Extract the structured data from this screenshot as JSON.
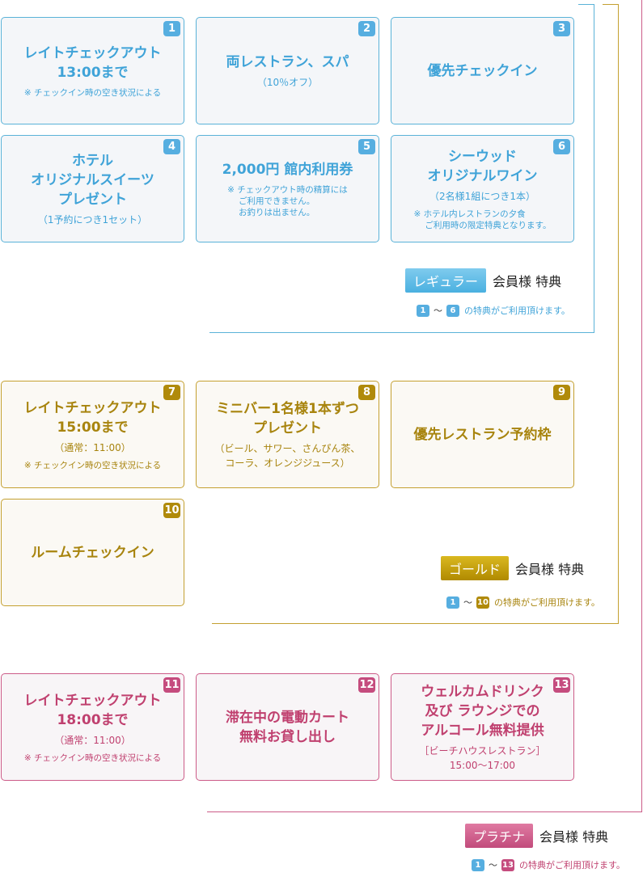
{
  "regular": {
    "cards": [
      {
        "num": "1",
        "title": "レイトチェックアウト\n13:00まで",
        "sub": "",
        "note": "※ チェックイン時の空き状況による"
      },
      {
        "num": "2",
        "title": "両レストラン、スパ",
        "sub": "（10％オフ）",
        "note": ""
      },
      {
        "num": "3",
        "title": "優先チェックイン",
        "sub": "",
        "note": ""
      },
      {
        "num": "4",
        "title": "ホテル\nオリジナルスイーツ\nプレゼント",
        "sub": "（1予約につき1セット）",
        "note": ""
      },
      {
        "num": "5",
        "title": "2,000円 館内利用券",
        "sub": "",
        "note": "※ チェックアウト時の精算には\n　 ご利用できません。\n　 お釣りは出ません。"
      },
      {
        "num": "6",
        "title": "シーウッド\nオリジナルワイン",
        "sub": "（2名様1組につき1本）",
        "note": "※ ホテル内レストランの夕食\n　 ご利用時の限定特典となります。"
      }
    ],
    "badge": "レギュラー",
    "member": "会員様 特典",
    "range_from": "1",
    "range_tilde": "～",
    "range_to": "6",
    "range_text": "の特典がご利用頂けます。"
  },
  "gold": {
    "cards": [
      {
        "num": "7",
        "title": "レイトチェックアウト\n15:00まで",
        "sub": "（通常：11:00）",
        "note": "※ チェックイン時の空き状況による"
      },
      {
        "num": "8",
        "title": "ミニバー1名様1本ずつ\nプレゼント",
        "sub": "（ビール、サワー、さんぴん茶、\nコーラ、オレンジジュース）",
        "note": ""
      },
      {
        "num": "9",
        "title": "優先レストラン予約枠",
        "sub": "",
        "note": ""
      },
      {
        "num": "10",
        "title": "ルームチェックイン",
        "sub": "",
        "note": ""
      }
    ],
    "badge": "ゴールド",
    "member": "会員様 特典",
    "range_from": "1",
    "range_tilde": "～",
    "range_to": "10",
    "range_text": "の特典がご利用頂けます。"
  },
  "platinum": {
    "cards": [
      {
        "num": "11",
        "title": "レイトチェックアウト\n18:00まで",
        "sub": "（通常：11:00）",
        "note": "※ チェックイン時の空き状況による"
      },
      {
        "num": "12",
        "title": "滞在中の電動カート\n無料お貸し出し",
        "sub": "",
        "note": ""
      },
      {
        "num": "13",
        "title": "ウェルカムドリンク\n及び ラウンジでの\nアルコール無料提供",
        "sub": "［ビーチハウスレストラン］\n15:00～17:00",
        "note": ""
      }
    ],
    "badge": "プラチナ",
    "member": "会員様 特典",
    "range_from": "1",
    "range_tilde": "～",
    "range_to": "13",
    "range_text": "の特典がご利用頂けます。"
  },
  "colors": {
    "regular": "#3fa3d8",
    "gold": "#a8840e",
    "platinum": "#c0406f"
  }
}
